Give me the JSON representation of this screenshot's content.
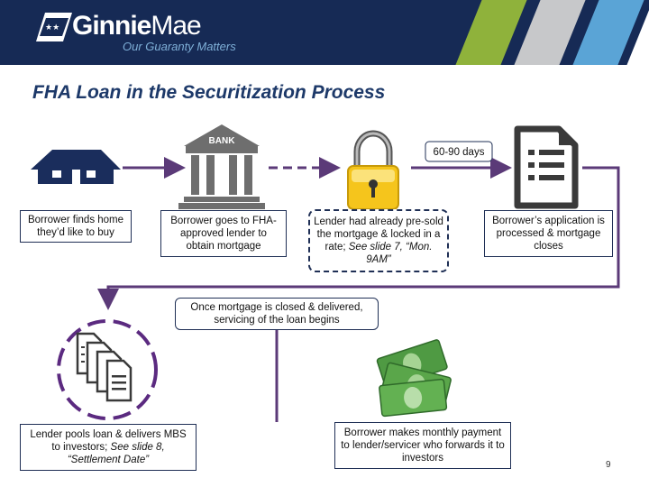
{
  "header": {
    "brand_first": "Ginnie",
    "brand_second": "Mae",
    "tagline": "Our Guaranty Matters",
    "stripe_colors": [
      "#8fb23b",
      "#c7c8ca",
      "#5aa4d6",
      "#ffffff"
    ]
  },
  "title": "FHA Loan in the Securitization Process",
  "steps": {
    "home": "Borrower finds home they’d like to buy",
    "bank": "Borrower goes to FHA-approved lender to obtain mortgage",
    "lock_pre": "Lender had already pre-sold the mortgage & locked in a rate; ",
    "lock_ref": "See slide 7, “Mon. 9AM”",
    "closes": "Borrower’s application is processed & mortgage closes",
    "servicing": "Once mortgage is closed & delivered, servicing of the loan begins",
    "pool_pre": "Lender pools loan & delivers MBS to investors; ",
    "pool_ref": "See slide 8, “Settlement Date”",
    "payment": "Borrower makes monthly payment to lender/servicer who forwards it to investors"
  },
  "duration": "60-90 days",
  "bank_sign": "BANK",
  "page_number": "9",
  "colors": {
    "navy": "#162a55",
    "arrow": "#5b3a78",
    "lock": "#f5c51c",
    "money": "#5aa64a"
  },
  "icons": [
    "house-icon",
    "bank-icon",
    "padlock-icon",
    "document-icon",
    "document-stack-icon",
    "money-icon"
  ]
}
